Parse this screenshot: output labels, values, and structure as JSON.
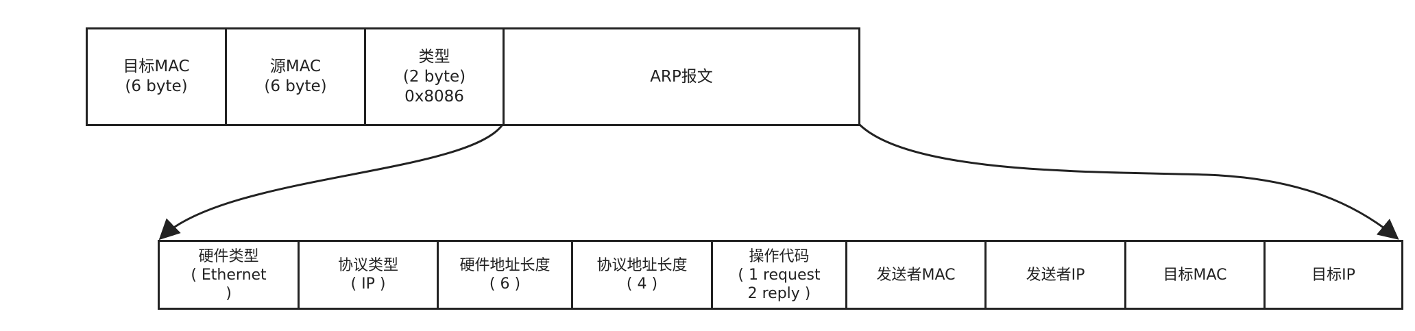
{
  "ethernet_frame": {
    "fields": [
      {
        "label": "目标MAC\n(6 byte)"
      },
      {
        "label": "源MAC\n(6 byte)"
      },
      {
        "label": "类型\n(2 byte)\n0x8086"
      },
      {
        "label": "ARP报文"
      }
    ]
  },
  "arp_packet": {
    "fields": [
      {
        "label": "硬件类型\n( Ethernet\n)"
      },
      {
        "label": "协议类型\n( IP )"
      },
      {
        "label": "硬件地址长度\n( 6 )"
      },
      {
        "label": "协议地址长度\n( 4 )"
      },
      {
        "label": "操作代码\n( 1 request\n2 reply )"
      },
      {
        "label": "发送者MAC"
      },
      {
        "label": "发送者IP"
      },
      {
        "label": "目标MAC"
      },
      {
        "label": "目标IP"
      }
    ]
  },
  "colors": {
    "line": "#222222",
    "background": "#ffffff",
    "text": "#222222"
  }
}
